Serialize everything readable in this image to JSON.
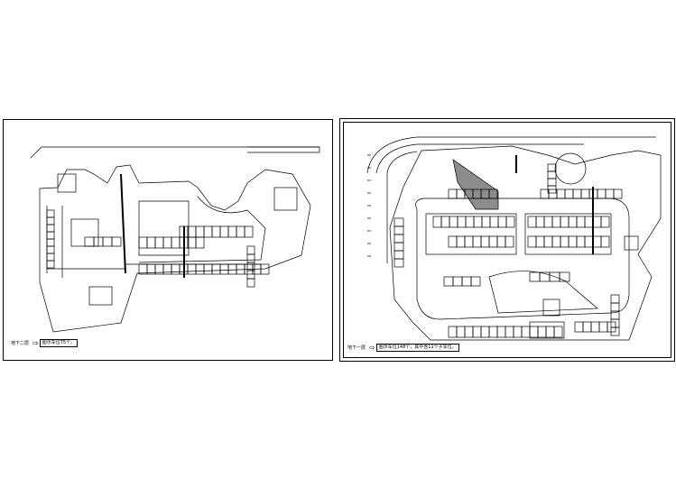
{
  "drawings": [
    {
      "level_label": "地下二层",
      "note": "图示车位75个。"
    },
    {
      "level_label": "地下一层",
      "note": "图示车位148个，其中含11个子车位。"
    }
  ],
  "colors": {
    "line": "#000000",
    "paper": "#ffffff"
  },
  "icons": {
    "legend_arrow": "right-arrow-icon"
  }
}
